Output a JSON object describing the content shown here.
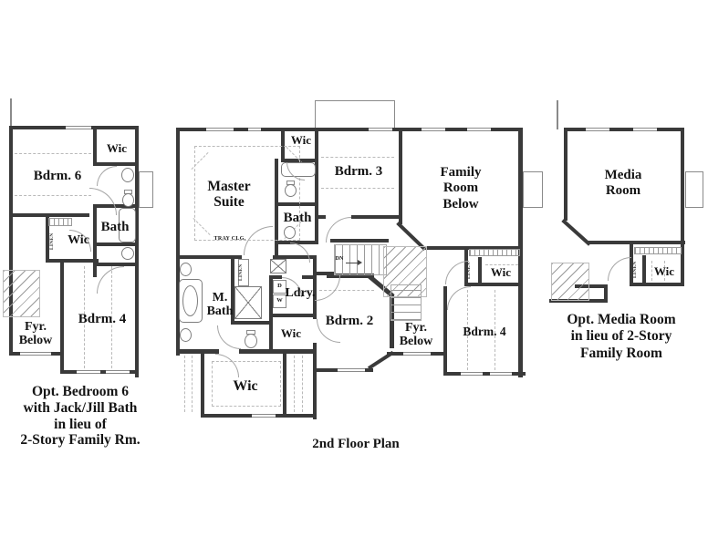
{
  "colors": {
    "wall": "#3a3a3a",
    "thin_line": "#8a8a8a",
    "dash": "#b9b9b9",
    "text": "#141414",
    "background": "#ffffff"
  },
  "left_plan": {
    "rooms": {
      "wic_top": "Wic",
      "bdrm6": "Bdrm. 6",
      "bath": "Bath",
      "linen": "LINEN",
      "wic_mid": "Wic",
      "fyr_line1": "Fyr.",
      "fyr_line2": "Below",
      "bdrm4": "Bdrm. 4"
    },
    "caption": [
      "Opt. Bedroom 6",
      "with Jack/Jill Bath",
      "in lieu of",
      "2-Story Family Rm."
    ]
  },
  "main_plan": {
    "rooms": {
      "master_line1": "Master",
      "master_line2": "Suite",
      "tray": "TRAY CLG.",
      "wic_top": "Wic",
      "bdrm3": "Bdrm. 3",
      "family_line1": "Family",
      "family_line2": "Room",
      "family_line3": "Below",
      "bath": "Bath",
      "mbath_line1": "M.",
      "mbath_line2": "Bath",
      "linen_left": "LINEN",
      "ldry": "Ldry.",
      "dryer": "D",
      "washer": "W",
      "wic_small": "Wic",
      "bdrm2": "Bdrm. 2",
      "wic_big": "Wic",
      "dn": "DN",
      "fyr_line1": "Fyr.",
      "fyr_line2": "Below",
      "bdrm4": "Bdrm. 4",
      "linen_right": "LINEN",
      "wic_right": "Wic"
    },
    "caption": "2nd Floor Plan"
  },
  "right_plan": {
    "rooms": {
      "media_line1": "Media",
      "media_line2": "Room",
      "linen": "LINEN",
      "wic": "Wic"
    },
    "caption": [
      "Opt. Media Room",
      "in lieu of 2-Story",
      "Family Room"
    ]
  }
}
